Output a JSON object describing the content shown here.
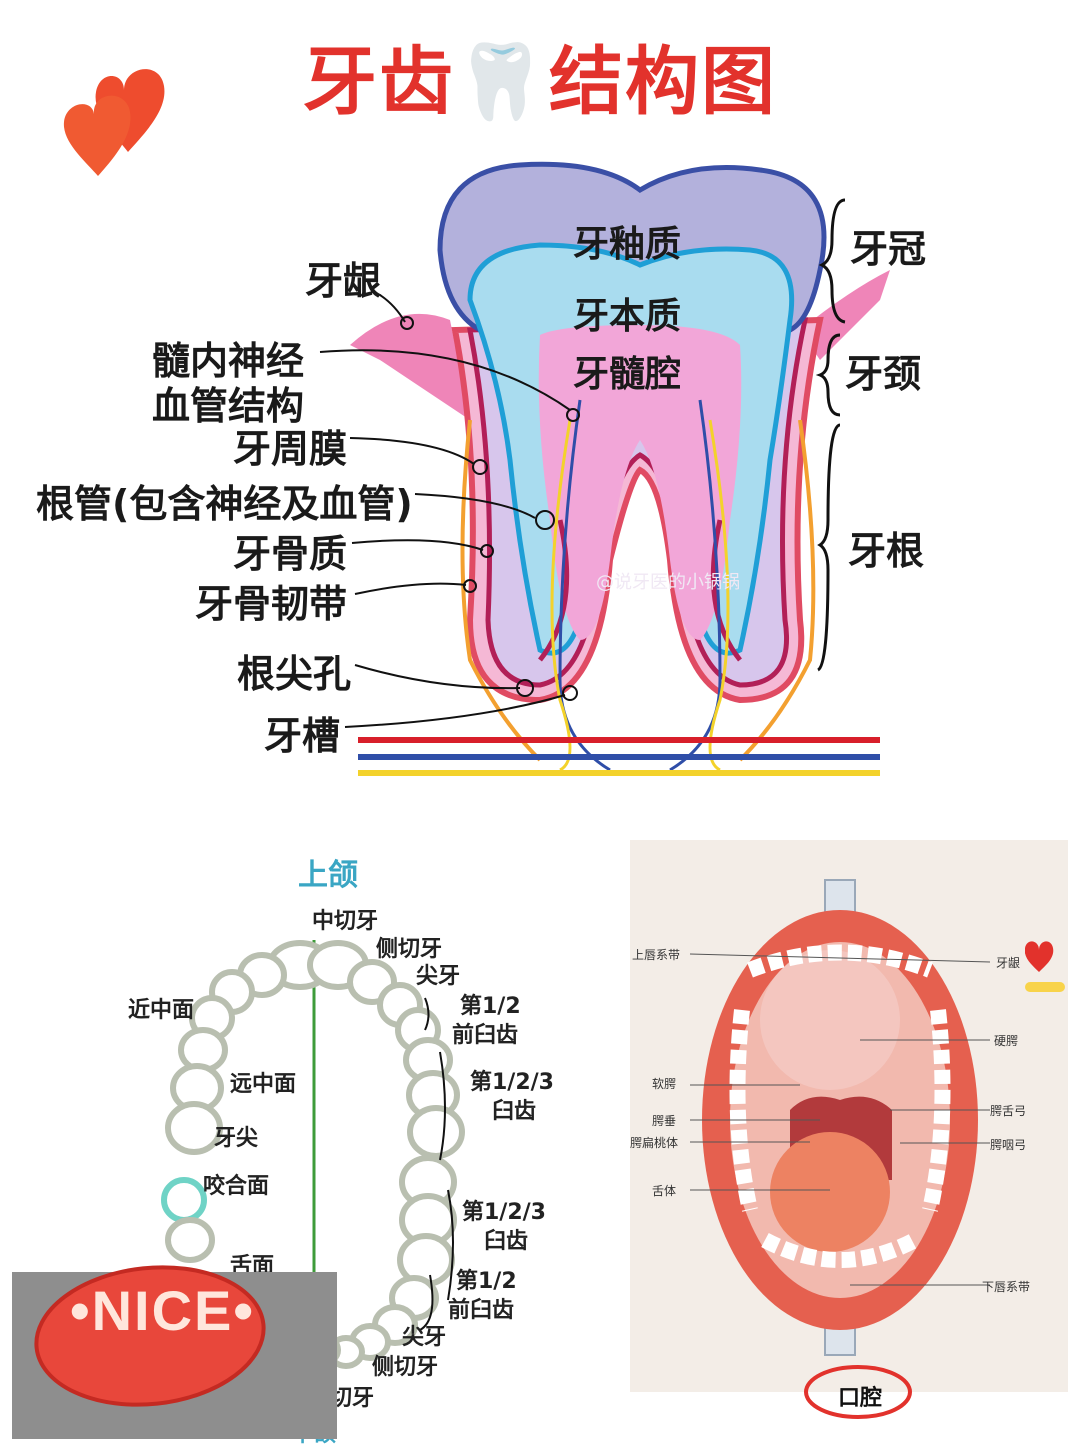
{
  "title": "牙齿🦷结构图",
  "tooth": {
    "inner_labels": [
      "牙釉质",
      "牙本质",
      "牙髓腔"
    ],
    "left_labels": [
      "牙龈",
      "髓内神经",
      "血管结构",
      "牙周膜",
      "根管(包含神经及血管)",
      "牙骨质",
      "牙骨韧带",
      "根尖孔",
      "牙槽"
    ],
    "right_labels": [
      "牙冠",
      "牙颈",
      "牙根"
    ],
    "watermark": "@说牙医的小锅锅"
  },
  "dental_arch": {
    "upper_jaw": "上颌",
    "lower_jaw": "下颌",
    "labels": {
      "central_incisor_upper": "中切牙",
      "lateral_incisor_upper": "侧切牙",
      "canine_upper": "尖牙",
      "premolar_upper_1": "第1/2",
      "premolar_upper_2": "前臼齿",
      "molar_upper_1": "第1/2/3",
      "molar_upper_2": "臼齿",
      "mesial": "近中面",
      "distal": "远中面",
      "cusp": "牙尖",
      "occlusal": "咬合面",
      "lingual": "舌面",
      "molar_lower_1": "第1/2/3",
      "molar_lower_2": "臼齿",
      "premolar_lower_1": "第1/2",
      "premolar_lower_2": "前臼齿",
      "canine_lower": "尖牙",
      "lateral_incisor_lower": "侧切牙",
      "central_incisor_lower": "中切牙"
    },
    "sticker": "•NICE•"
  },
  "mouth": {
    "labels_left": [
      "上唇系带",
      "软腭",
      "腭垂",
      "腭扁桃体",
      "舌体"
    ],
    "labels_right": [
      "牙龈",
      "硬腭",
      "腭舌弓",
      "腭咽弓",
      "下唇系带"
    ],
    "caption": "口腔"
  },
  "colors": {
    "title": "#e2322c",
    "enamel": "#b3b1dc",
    "dentin": "#a9dcef",
    "pulp": "#f2a6d8",
    "gum": "#ef85b8",
    "nerve_red": "#d81f2a",
    "nerve_blue": "#2f4ea8",
    "nerve_yellow": "#f3d22b",
    "arch_line": "#3e9b3a"
  }
}
